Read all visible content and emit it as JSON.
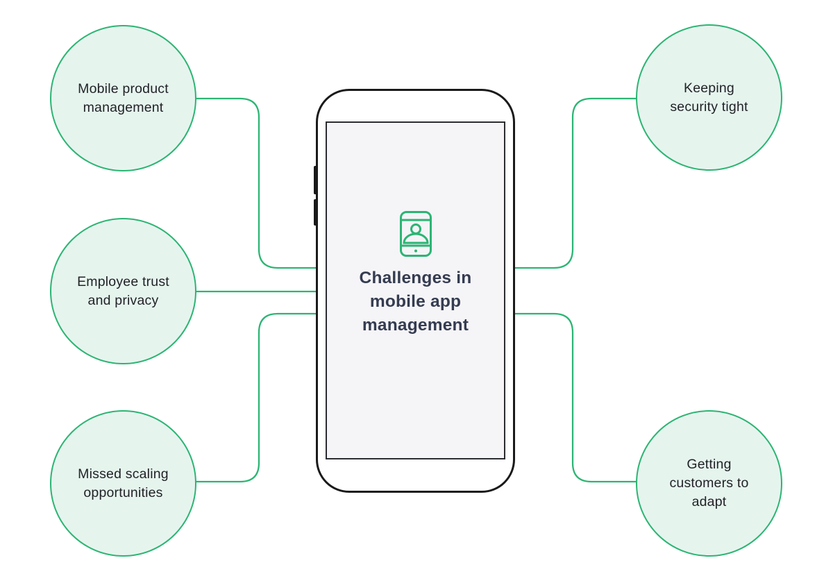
{
  "title": "Challenges in\nmobile app\nmanagement",
  "center": {
    "icon": "mobile-user-icon",
    "illustration": "smartphone"
  },
  "nodes": [
    {
      "id": "mobile-product-management",
      "label": "Mobile product\nmanagement",
      "position": "top-left"
    },
    {
      "id": "employee-trust-and-privacy",
      "label": "Employee trust\nand privacy",
      "position": "middle-left"
    },
    {
      "id": "missed-scaling-opportunities",
      "label": "Missed scaling\nopportunities",
      "position": "bottom-left"
    },
    {
      "id": "keeping-security-tight",
      "label": "Keeping\nsecurity tight",
      "position": "top-right"
    },
    {
      "id": "getting-customers-to-adapt",
      "label": "Getting\ncustomers to\nadapt",
      "position": "bottom-right"
    }
  ],
  "theme": {
    "accent_green": "#2bb573",
    "node_fill": "#e6f4ee",
    "node_text_color": "#212327",
    "title_color": "#343c50",
    "phone_outline": "#1a1a1a",
    "screen_fill": "#f5f4f7",
    "canvas_bg": "#ffffff"
  }
}
